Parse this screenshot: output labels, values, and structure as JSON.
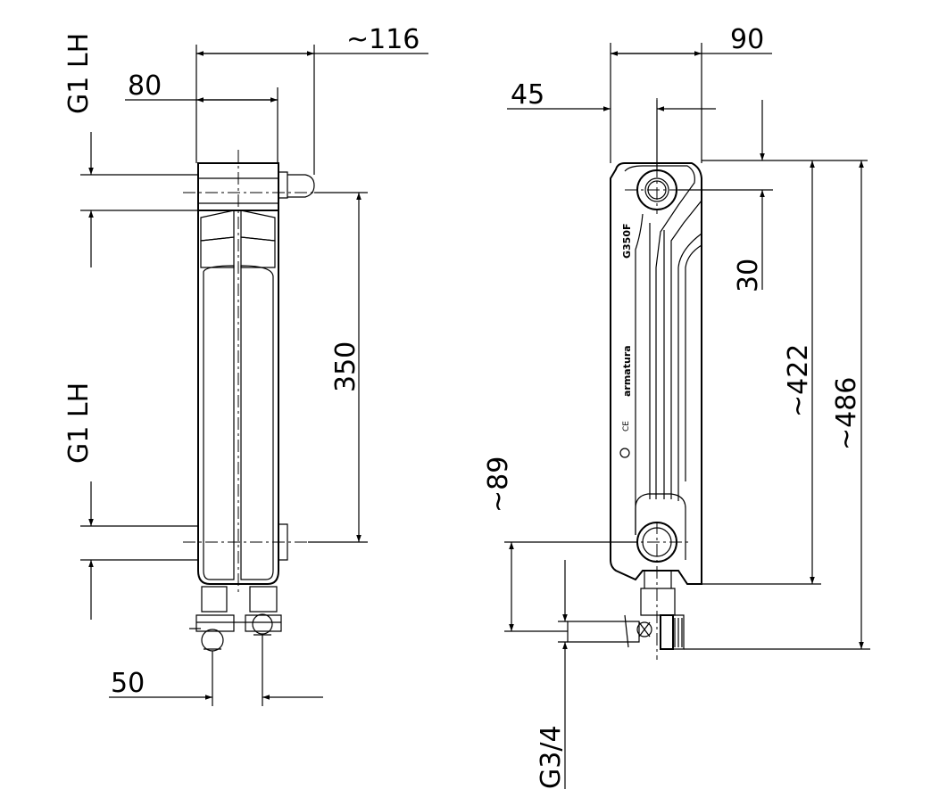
{
  "left_view": {
    "dims": {
      "thread_top": "G1 LH",
      "thread_bottom": "G1 LH",
      "width_80": "80",
      "width_116": "~116",
      "height_350": "350",
      "spacing_50": "50"
    }
  },
  "right_view": {
    "dims": {
      "depth_90": "90",
      "depth_45": "45",
      "top_30": "30",
      "height_422": "~422",
      "height_486": "~486",
      "bottom_89": "~89",
      "thread_g34": "G3/4"
    },
    "markings": {
      "model": "G350F",
      "brand": "armatura",
      "ce": "CE"
    }
  }
}
